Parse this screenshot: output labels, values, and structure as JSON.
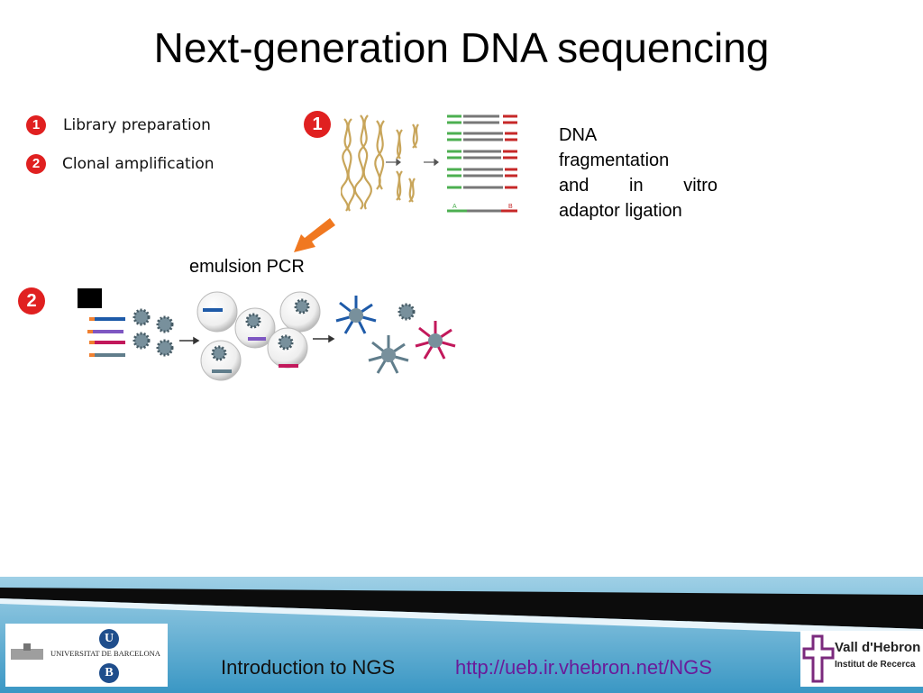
{
  "title": "Next-generation DNA sequencing",
  "steps": [
    {
      "number": "1",
      "label": "Library preparation"
    },
    {
      "number": "2",
      "label": "Clonal amplification"
    }
  ],
  "step1": {
    "badge": "1",
    "description_lines": [
      "DNA",
      "fragmentation",
      "and in vitro",
      "adaptor ligation"
    ],
    "adaptor_a": "A",
    "adaptor_b": "B"
  },
  "step2": {
    "badge": "2",
    "label": "emulsion PCR"
  },
  "footer": {
    "course": "Introduction to NGS",
    "url": "http://ueb.ir.vhebron.net/NGS",
    "logo_left_text": "UNIVERSITAT DE BARCELONA",
    "logo_left_u": "U",
    "logo_left_b": "B",
    "logo_right_name": "Vall d'Hebron",
    "logo_right_sub": "Institut de Recerca"
  },
  "colors": {
    "badge": "#e02020",
    "arrow": "#f07820",
    "url": "#6a1b9a",
    "footer_blue": "#2e86b7"
  }
}
